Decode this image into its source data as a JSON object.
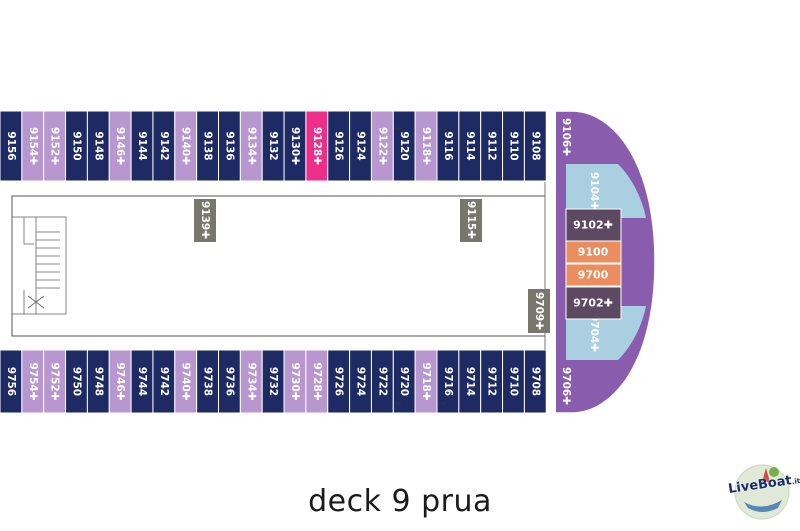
{
  "caption": "deck 9 prua",
  "logo": {
    "text": "LiveBoat",
    "suffix": ".it"
  },
  "colors": {
    "navy": "#1d2a64",
    "lilac": "#b896d0",
    "pink": "#ee2f8a",
    "purple": "#8a5cae",
    "light_blue": "#a9cfe0",
    "dark_mauve": "#5e4963",
    "orange": "#ea8e60",
    "gray_block": "#77786b"
  },
  "top_row": [
    {
      "label": "9156",
      "type": "navy"
    },
    {
      "label": "9154✚",
      "type": "lilac"
    },
    {
      "label": "9152✚",
      "type": "lilac"
    },
    {
      "label": "9150",
      "type": "navy"
    },
    {
      "label": "9148",
      "type": "navy"
    },
    {
      "label": "9146✚",
      "type": "lilac"
    },
    {
      "label": "9144",
      "type": "navy"
    },
    {
      "label": "9142",
      "type": "navy"
    },
    {
      "label": "9140✚",
      "type": "lilac"
    },
    {
      "label": "9138",
      "type": "navy"
    },
    {
      "label": "9136",
      "type": "navy"
    },
    {
      "label": "9134✚",
      "type": "lilac"
    },
    {
      "label": "9132",
      "type": "navy"
    },
    {
      "label": "9130✚",
      "type": "navy"
    },
    {
      "label": "9128✚",
      "type": "pink"
    },
    {
      "label": "9126",
      "type": "navy"
    },
    {
      "label": "9124",
      "type": "navy"
    },
    {
      "label": "9122✚",
      "type": "lilac"
    },
    {
      "label": "9120",
      "type": "navy"
    },
    {
      "label": "9118✚",
      "type": "lilac"
    },
    {
      "label": "9116",
      "type": "navy"
    },
    {
      "label": "9114",
      "type": "navy"
    },
    {
      "label": "9112",
      "type": "navy"
    },
    {
      "label": "9110",
      "type": "navy"
    },
    {
      "label": "9108",
      "type": "navy"
    }
  ],
  "bottom_row": [
    {
      "label": "9756",
      "type": "navy"
    },
    {
      "label": "9754✚",
      "type": "lilac"
    },
    {
      "label": "9752✚",
      "type": "lilac"
    },
    {
      "label": "9750",
      "type": "navy"
    },
    {
      "label": "9748",
      "type": "navy"
    },
    {
      "label": "9746✚",
      "type": "lilac"
    },
    {
      "label": "9744",
      "type": "navy"
    },
    {
      "label": "9742",
      "type": "navy"
    },
    {
      "label": "9740✚",
      "type": "lilac"
    },
    {
      "label": "9738",
      "type": "navy"
    },
    {
      "label": "9736",
      "type": "navy"
    },
    {
      "label": "9734✚",
      "type": "lilac"
    },
    {
      "label": "9732",
      "type": "navy"
    },
    {
      "label": "9730✚",
      "type": "lilac"
    },
    {
      "label": "9728✚",
      "type": "lilac"
    },
    {
      "label": "9726",
      "type": "navy"
    },
    {
      "label": "9724",
      "type": "navy"
    },
    {
      "label": "9722",
      "type": "navy"
    },
    {
      "label": "9720",
      "type": "navy"
    },
    {
      "label": "9718✚",
      "type": "lilac"
    },
    {
      "label": "9716",
      "type": "navy"
    },
    {
      "label": "9714",
      "type": "navy"
    },
    {
      "label": "9712",
      "type": "navy"
    },
    {
      "label": "9710",
      "type": "navy"
    },
    {
      "label": "9708",
      "type": "navy"
    }
  ],
  "bow_cabins": {
    "top_corner": "9106✚",
    "top_curve": "9104✚",
    "bottom_corner": "9706✚",
    "bottom_curve": "9704✚",
    "suites": [
      "9102✚",
      "9100",
      "9700",
      "9702✚"
    ]
  },
  "center_blocks": [
    "9139✚",
    "9115✚",
    "9709✚"
  ]
}
